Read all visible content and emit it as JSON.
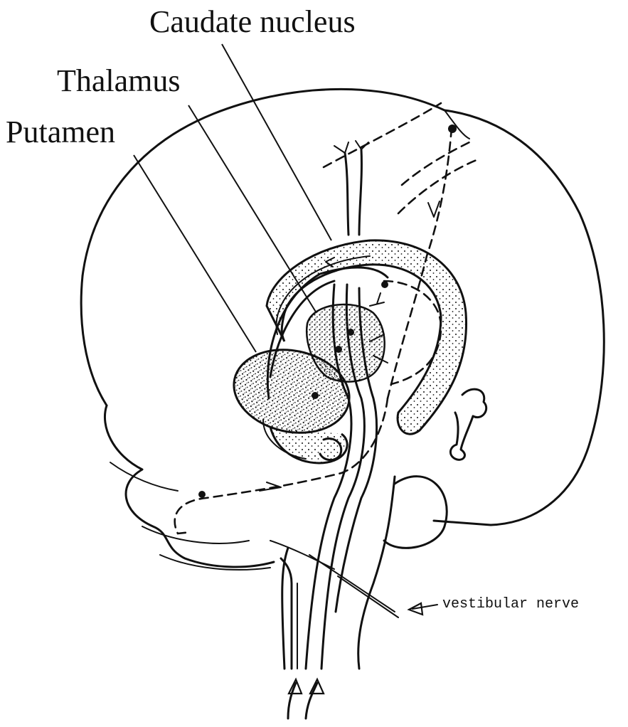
{
  "labels": {
    "caudate": "Caudate nucleus",
    "thalamus": "Thalamus",
    "putamen": "Putamen",
    "vestibular": "vestibular nerve"
  },
  "colors": {
    "ink": "#111111",
    "background": "#ffffff"
  }
}
